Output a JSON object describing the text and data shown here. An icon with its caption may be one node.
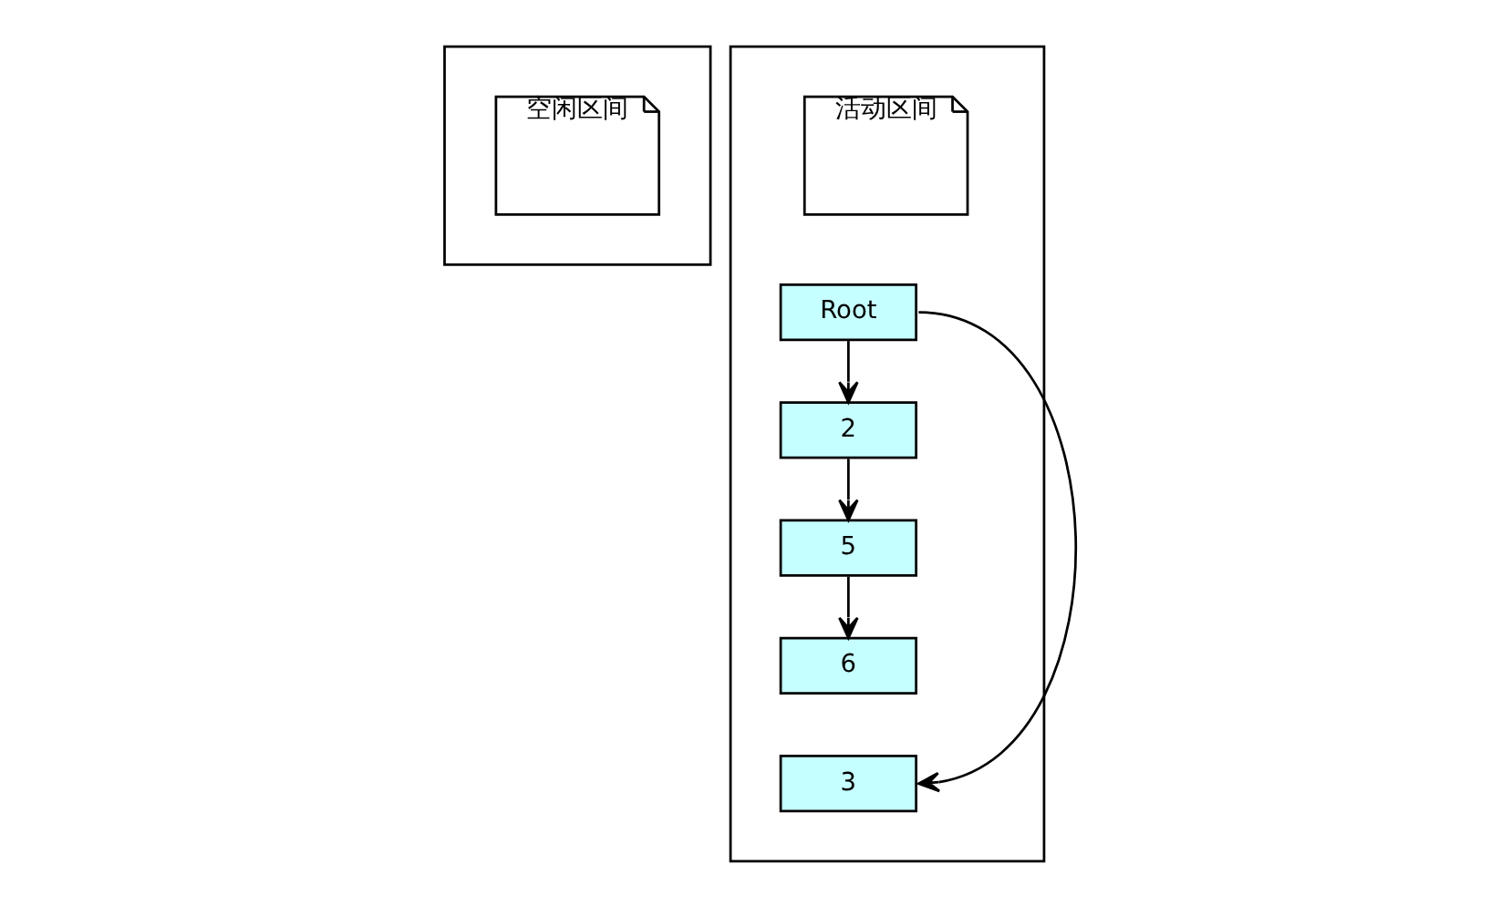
{
  "diagram": {
    "nodes": [
      {
        "text": [],
        "shape": "box"
      },
      {
        "text": [
          "空闲区间"
        ],
        "in": 0
      },
      {
        "text": [],
        "shape": "box"
      },
      {
        "text": [
          "Root"
        ],
        "in": 2
      },
      {
        "text": [
          "2"
        ],
        "in": 2
      },
      {
        "text": [
          "5"
        ],
        "in": 2
      },
      {
        "text": [
          "6"
        ],
        "in": 2
      },
      {
        "text": [
          "3"
        ],
        "in": 2
      },
      {
        "text": [
          "活动区间"
        ],
        "in": 2
      }
    ],
    "edges": [
      {
        "from": 3,
        "to": 4,
        "arrow": "to"
      },
      {
        "from": 4,
        "to": 5,
        "arrow": "to"
      },
      {
        "from": 5,
        "to": 6,
        "arrow": "to"
      },
      {
        "from": 3,
        "to": 7,
        "arrow": "to"
      }
    ]
  }
}
